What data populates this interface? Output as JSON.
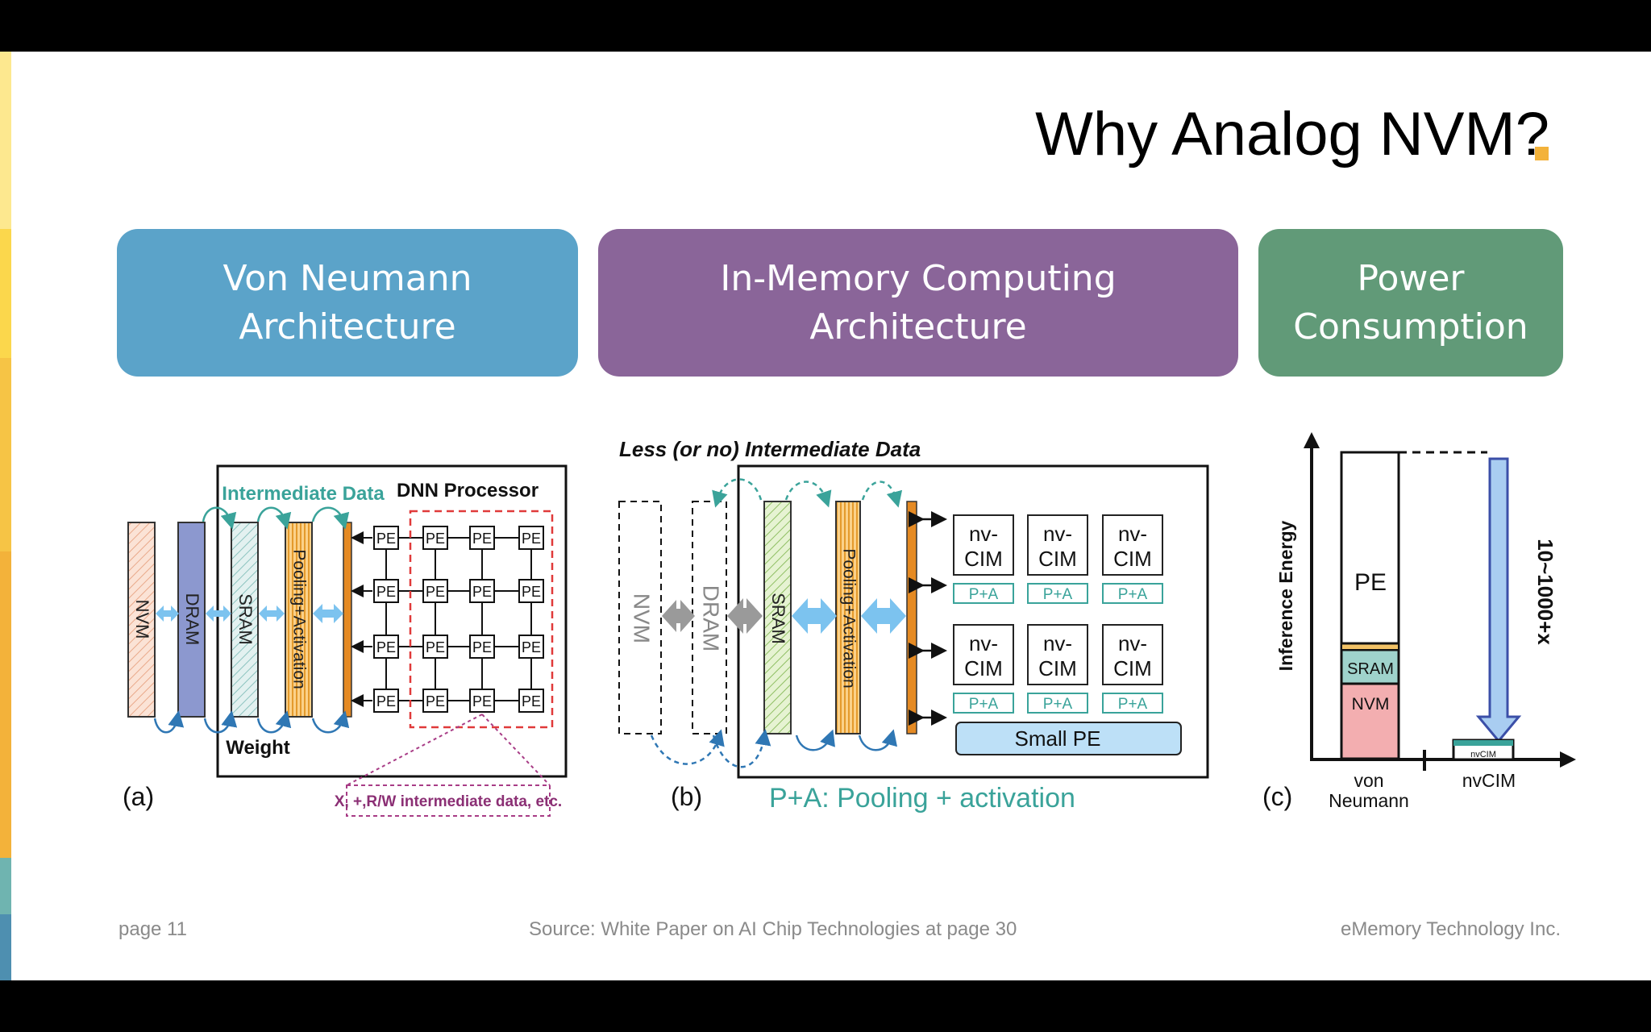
{
  "title": "Why Analog NVM?",
  "colors": {
    "von_neumann": "#5ba3c9",
    "in_memory": "#8a6599",
    "power": "#619a78",
    "title_dot": "#f3b23a",
    "accent_strip": [
      "#fde88f",
      "#fbd74c",
      "#f6c445",
      "#f3b23a",
      "#6fb4b0",
      "#4e8fb0"
    ]
  },
  "headers": {
    "von_neumann": {
      "line1": "Von Neumann",
      "line2": "Architecture"
    },
    "in_memory": {
      "line1": "In-Memory Computing",
      "line2": "Architecture"
    },
    "power": {
      "line1": "Power",
      "line2": "Consumption"
    }
  },
  "figure_a": {
    "label": "(a)",
    "intermediate_data": "Intermediate Data",
    "processor": "DNN Processor",
    "weight": "Weight",
    "ops_note": "X, +,R/W intermediate data, etc.",
    "nvm": "NVM",
    "dram": "DRAM",
    "sram": "SRAM",
    "pooling": "Pooling+Activation",
    "pe": "PE"
  },
  "figure_b": {
    "label": "(b)",
    "top_note": "Less (or no) Intermediate Data",
    "nvm": "NVM",
    "dram": "DRAM",
    "sram": "SRAM",
    "pooling": "Pooling+Activation",
    "nvcim_line1": "nv-",
    "nvcim_line2": "CIM",
    "pa": "P+A",
    "small_pe": "Small PE",
    "legend": "P+A:  Pooling + activation"
  },
  "figure_c": {
    "label": "(c)",
    "y_axis": "Inference Energy",
    "reduction": "10~1000+x",
    "pe": "PE",
    "sram": "SRAM",
    "nvm": "NVM",
    "nvcim_small": "nvCIM",
    "x_label_1a": "von",
    "x_label_1b": "Neumann",
    "x_label_2": "nvCIM"
  },
  "footer": {
    "page": "page 11",
    "source": "Source: White Paper on AI Chip Technologies at page 30",
    "company": "eMemory Technology Inc."
  }
}
